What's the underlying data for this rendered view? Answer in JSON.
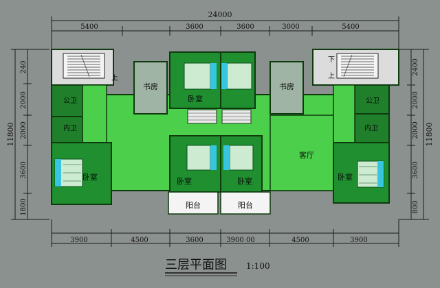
{
  "colors": {
    "background": "#8b918f",
    "wall": "#0e3a0e",
    "corridor": "#4cd04c",
    "room_dark": "#1f8f2f",
    "room_mid": "#57c95a",
    "study": "#9fb4a4",
    "stair": "#f4f4f4",
    "dim_line": "#1a1a1a"
  },
  "top_dimensions": {
    "overall": "24000",
    "segments": [
      "5400",
      "3600",
      "3600",
      "3000",
      "5400"
    ]
  },
  "bottom_dimensions": {
    "segments": [
      "3900",
      "4500",
      "3600",
      "3900 00",
      "4500",
      "3900"
    ]
  },
  "left_dimensions": {
    "overall": "11800",
    "segments": [
      "240",
      "2000",
      "2000",
      "3600",
      "1800"
    ]
  },
  "right_dimensions": {
    "overall": "11800",
    "segments": [
      "2400",
      "2000",
      "2000",
      "3600",
      "800"
    ]
  },
  "rooms": {
    "study_left": "书房",
    "study_right": "书房",
    "bedroom_top_center": "卧室",
    "bedroom_left": "卧室",
    "bedroom_mid_left": "卧室",
    "bedroom_mid_right": "卧室",
    "bedroom_right": "卧室",
    "living_room": "客厅",
    "balcony_left": "阳台",
    "balcony_right": "阳台",
    "public_bath_left": "公卫",
    "private_bath_left": "内卫",
    "public_bath_right": "公卫",
    "private_bath_right": "内卫",
    "stair_up_left": "上",
    "stair_down_right": "下",
    "stair_up_right": "上"
  },
  "title": {
    "main": "三层平面图",
    "scale": "1:100"
  }
}
